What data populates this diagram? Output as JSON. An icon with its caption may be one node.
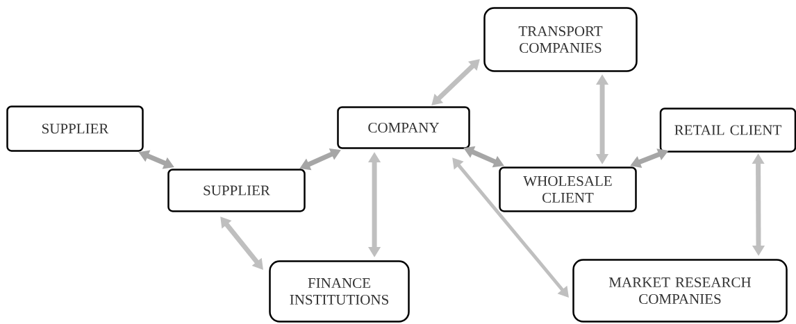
{
  "diagram": {
    "nodes": [
      {
        "text": [
          "SUPPLIER"
        ]
      },
      {
        "text": [
          "SUPPLIER"
        ]
      },
      {
        "text": [
          "COMPANY"
        ]
      },
      {
        "text": [
          "TRANSPORT COMPANIES"
        ]
      },
      {
        "text": [
          "WHOLESALE CLIENT"
        ]
      },
      {
        "text": [
          "RETAIL CLIENT"
        ]
      },
      {
        "text": [
          "FINANCE INSTITUTIONS"
        ]
      },
      {
        "text": [
          "MARKET RESEARCH COMPANIES"
        ]
      }
    ],
    "edges": [
      {
        "from": 0,
        "to": 1,
        "arrow": "both",
        "color": "#a6a6a6"
      },
      {
        "from": 1,
        "to": 2,
        "arrow": "both",
        "color": "#a6a6a6"
      },
      {
        "from": 2,
        "to": 6,
        "arrow": "both"
      },
      {
        "from": 1,
        "to": 6,
        "arrow": "both"
      },
      {
        "from": 2,
        "to": 3,
        "arrow": "both"
      },
      {
        "from": 2,
        "to": 4,
        "arrow": "both",
        "color": "#a6a6a6"
      },
      {
        "from": 3,
        "to": 4,
        "arrow": "both"
      },
      {
        "from": 4,
        "to": 5,
        "arrow": "both",
        "color": "#a6a6a6"
      },
      {
        "from": 5,
        "to": 7,
        "arrow": "both"
      },
      {
        "from": 2,
        "to": 7,
        "arrow": "both"
      }
    ]
  }
}
